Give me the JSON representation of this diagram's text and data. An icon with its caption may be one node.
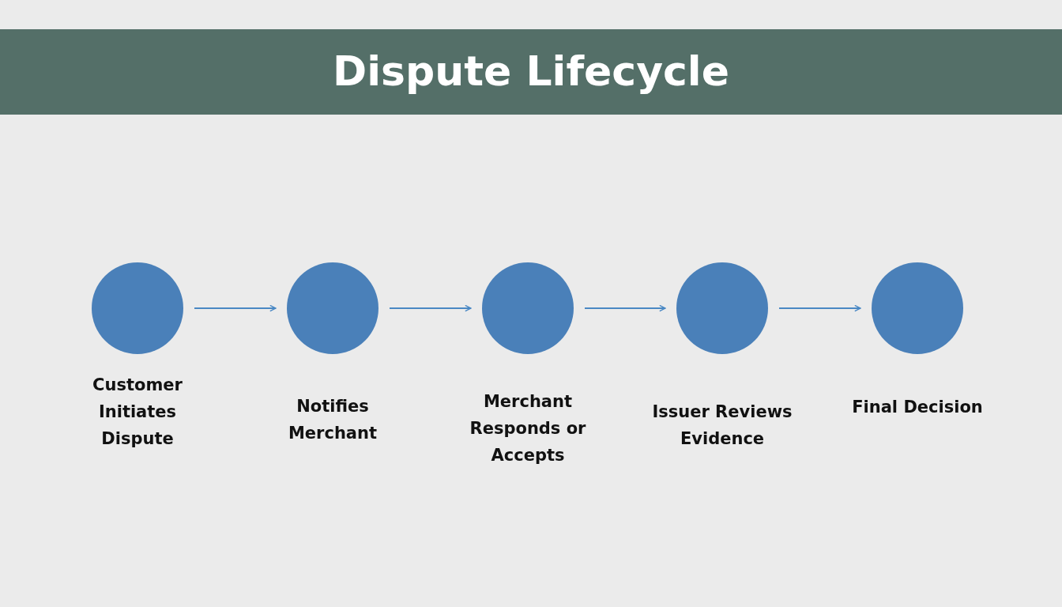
{
  "diagram": {
    "title": "Dispute Lifecycle",
    "nodes": [
      {
        "text": [],
        "shape": "circle",
        "beside": [
          "Customer Initiates Dispute"
        ]
      },
      {
        "text": [],
        "shape": "circle",
        "beside": [
          "Notifies Merchant"
        ]
      },
      {
        "text": [],
        "shape": "circle",
        "beside": [
          "Merchant Responds or Accepts"
        ]
      },
      {
        "text": [],
        "shape": "circle",
        "beside": [
          "Issuer Reviews Evidence"
        ]
      },
      {
        "text": [],
        "shape": "circle",
        "beside": [
          "Final Decision"
        ]
      }
    ],
    "edges": [
      {
        "from": 0,
        "to": 1,
        "arrow": "to"
      },
      {
        "from": 1,
        "to": 2,
        "arrow": "to"
      },
      {
        "from": 2,
        "to": 3,
        "arrow": "to"
      },
      {
        "from": 3,
        "to": 4,
        "arrow": "to"
      }
    ]
  }
}
